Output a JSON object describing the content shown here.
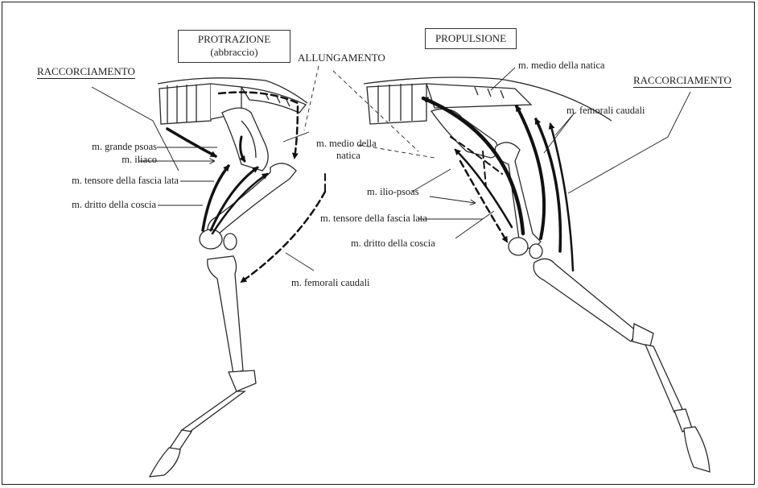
{
  "diagram": {
    "protrazione_box": {
      "title": "PROTRAZIONE",
      "subtitle": "(abbraccio)"
    },
    "propulsione_box": {
      "title": "PROPULSIONE"
    },
    "allungamento": "ALLUNGAMENTO",
    "raccorciamento_left": "RACCORCIAMENTO",
    "raccorciamento_right": "RACCORCIAMENTO",
    "left_labels": {
      "grande_psoas": "m. grande psoas",
      "iliaco": "m. iliaco",
      "tensore": "m. tensore della fascia lata",
      "dritto": "m. dritto della coscia",
      "femorali": "m. femorali caudali",
      "medio_line1": "m. medio della",
      "medio_line2": "natica"
    },
    "right_labels": {
      "medio": "m. medio della natica",
      "femorali": "m. femorali caudali",
      "ilio_psoas": "m. ilio-psoas",
      "tensore": "m. tensore della fascia lata",
      "dritto": "m. dritto della coscia"
    }
  }
}
